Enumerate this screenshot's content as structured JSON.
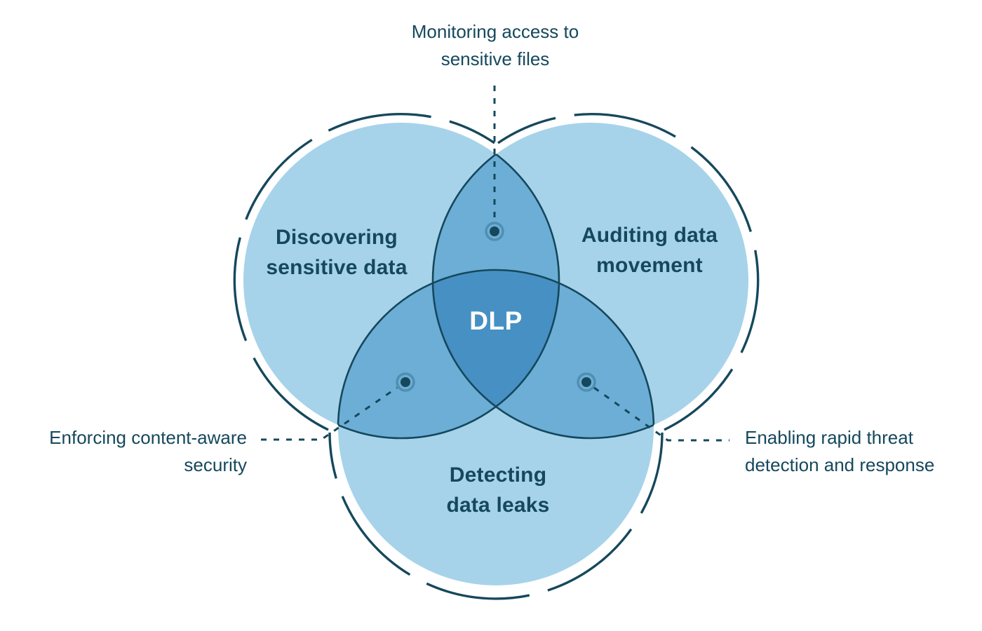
{
  "center": {
    "label": "DLP"
  },
  "circles": {
    "discovering": {
      "line1": "Discovering",
      "line2": "sensitive data"
    },
    "auditing": {
      "line1": "Auditing data",
      "line2": "movement"
    },
    "detecting": {
      "line1": "Detecting",
      "line2": "data leaks"
    }
  },
  "annotations": {
    "monitoring": {
      "line1": "Monitoring access to",
      "line2": "sensitive files"
    },
    "enforcing": {
      "line1": "Enforcing content-aware",
      "line2": "security"
    },
    "enabling": {
      "line1": "Enabling rapid threat",
      "line2": "detection and response"
    }
  },
  "colors": {
    "circle_fill": "#a6d3ea",
    "ink": "#15485c",
    "center_label": "#ffffff",
    "background": "#ffffff"
  }
}
